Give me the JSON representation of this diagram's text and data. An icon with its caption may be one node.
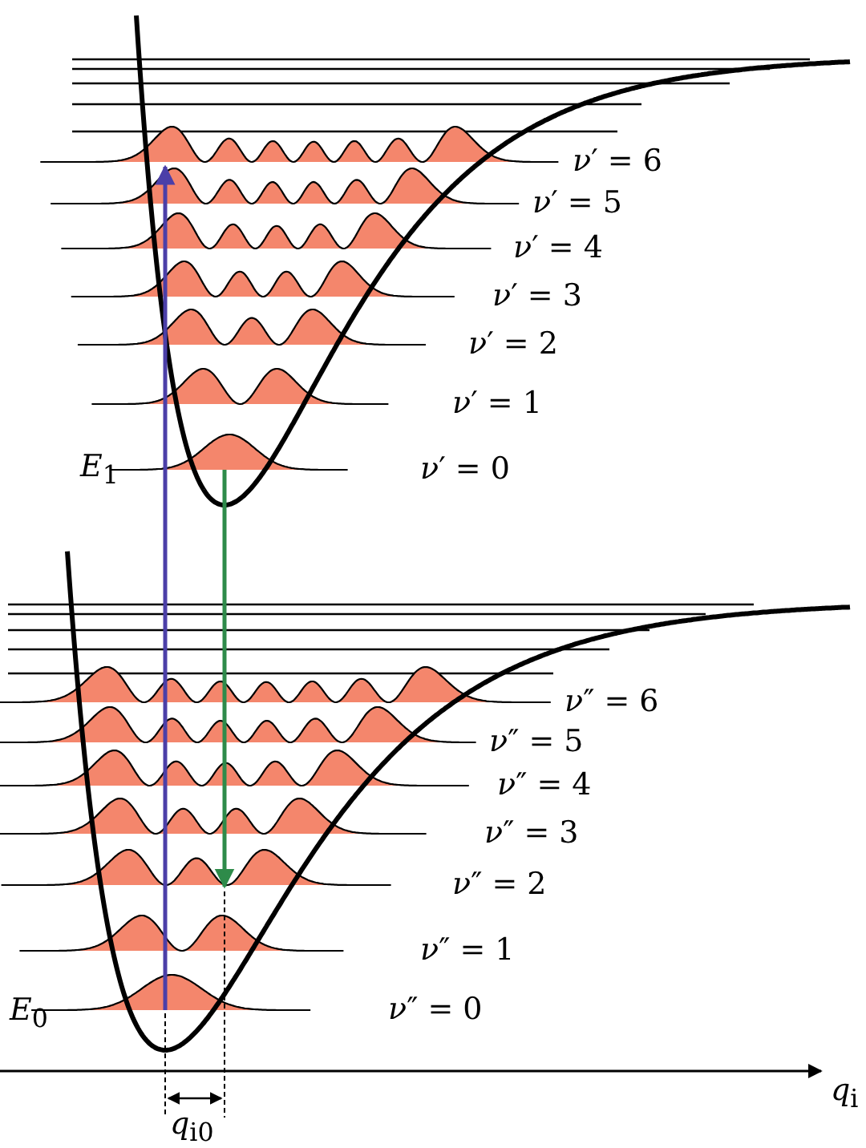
{
  "diagram": {
    "labels": [
      "*ν*′ = 6",
      "*ν*′ = 5",
      "*ν*′ = 4",
      "*ν*′ = 3",
      "*ν*′ = 2",
      "*ν*′ = 1",
      "*E*$_{1}$",
      "*ν*′ = 0",
      "*ν*″ = 6",
      "*ν*″ = 5",
      "*ν*″ = 4",
      "*ν*″ = 3",
      "*ν*″ = 2",
      "*ν*″ = 1",
      "*E*$_{0}$",
      "*ν*″ = 0",
      "*q*$_{i}$",
      "*q*$_{i0}$"
    ]
  }
}
